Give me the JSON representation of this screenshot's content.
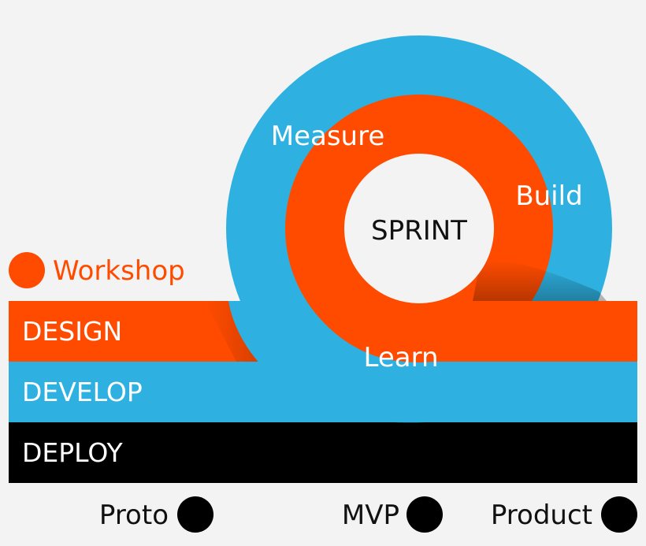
{
  "colors": {
    "orange": "#ff4b00",
    "blue": "#2eb1e0",
    "black": "#000000",
    "white": "#ffffff",
    "background": "#f3f3f3"
  },
  "workshop": {
    "label": "Workshop"
  },
  "bands": {
    "design": "DESIGN",
    "develop": "DEVELOP",
    "deploy": "DEPLOY"
  },
  "cycle": {
    "center": "SPRINT",
    "measure": "Measure",
    "build": "Build",
    "learn": "Learn"
  },
  "milestones": {
    "proto": "Proto",
    "mvp": "MVP",
    "product": "Product"
  }
}
